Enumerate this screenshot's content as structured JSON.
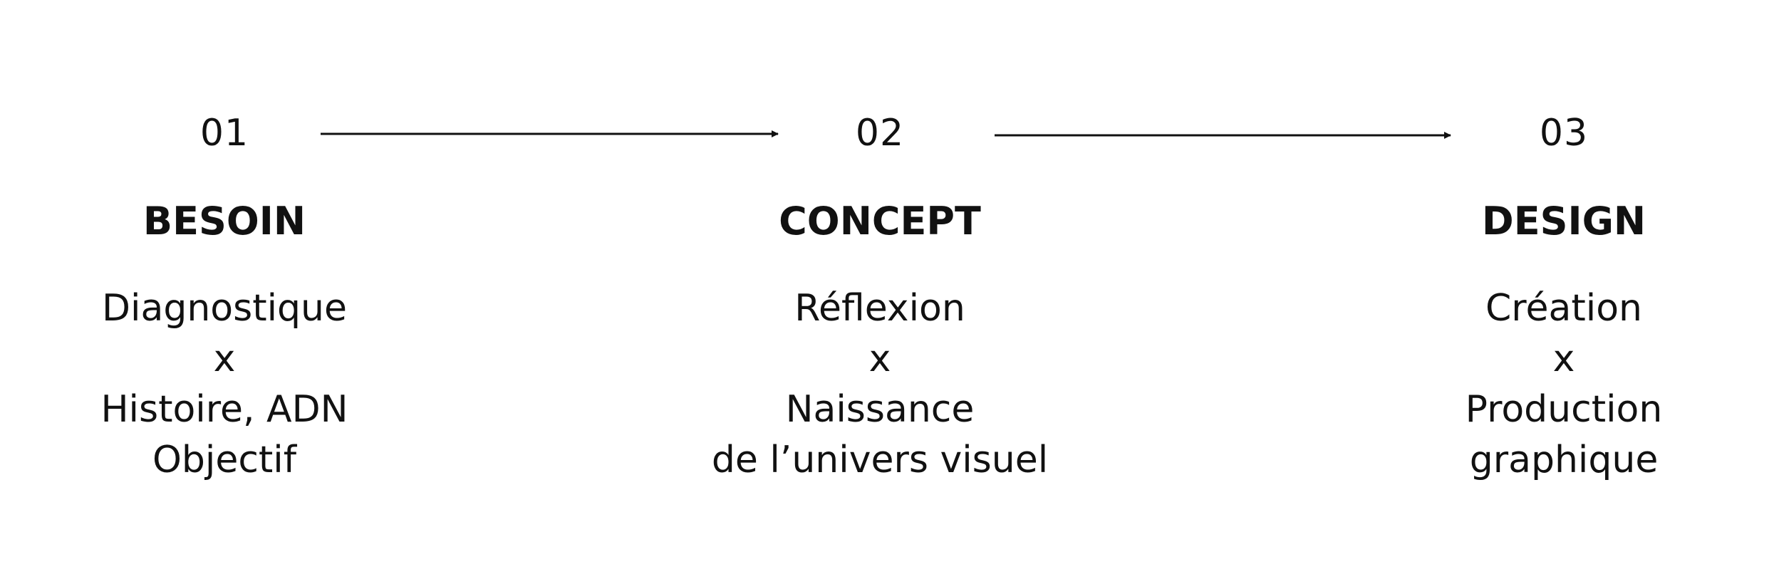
{
  "steps": [
    {
      "number": "01",
      "title": "BESOIN",
      "lines": [
        "Diagnostique",
        "x",
        "Histoire, ADN",
        "Objectif"
      ]
    },
    {
      "number": "02",
      "title": "CONCEPT",
      "lines": [
        "Réflexion",
        "x",
        "Naissance",
        "de l’univers visuel"
      ]
    },
    {
      "number": "03",
      "title": "DESIGN",
      "lines": [
        "Création",
        "x",
        "Production",
        "graphique"
      ]
    }
  ]
}
